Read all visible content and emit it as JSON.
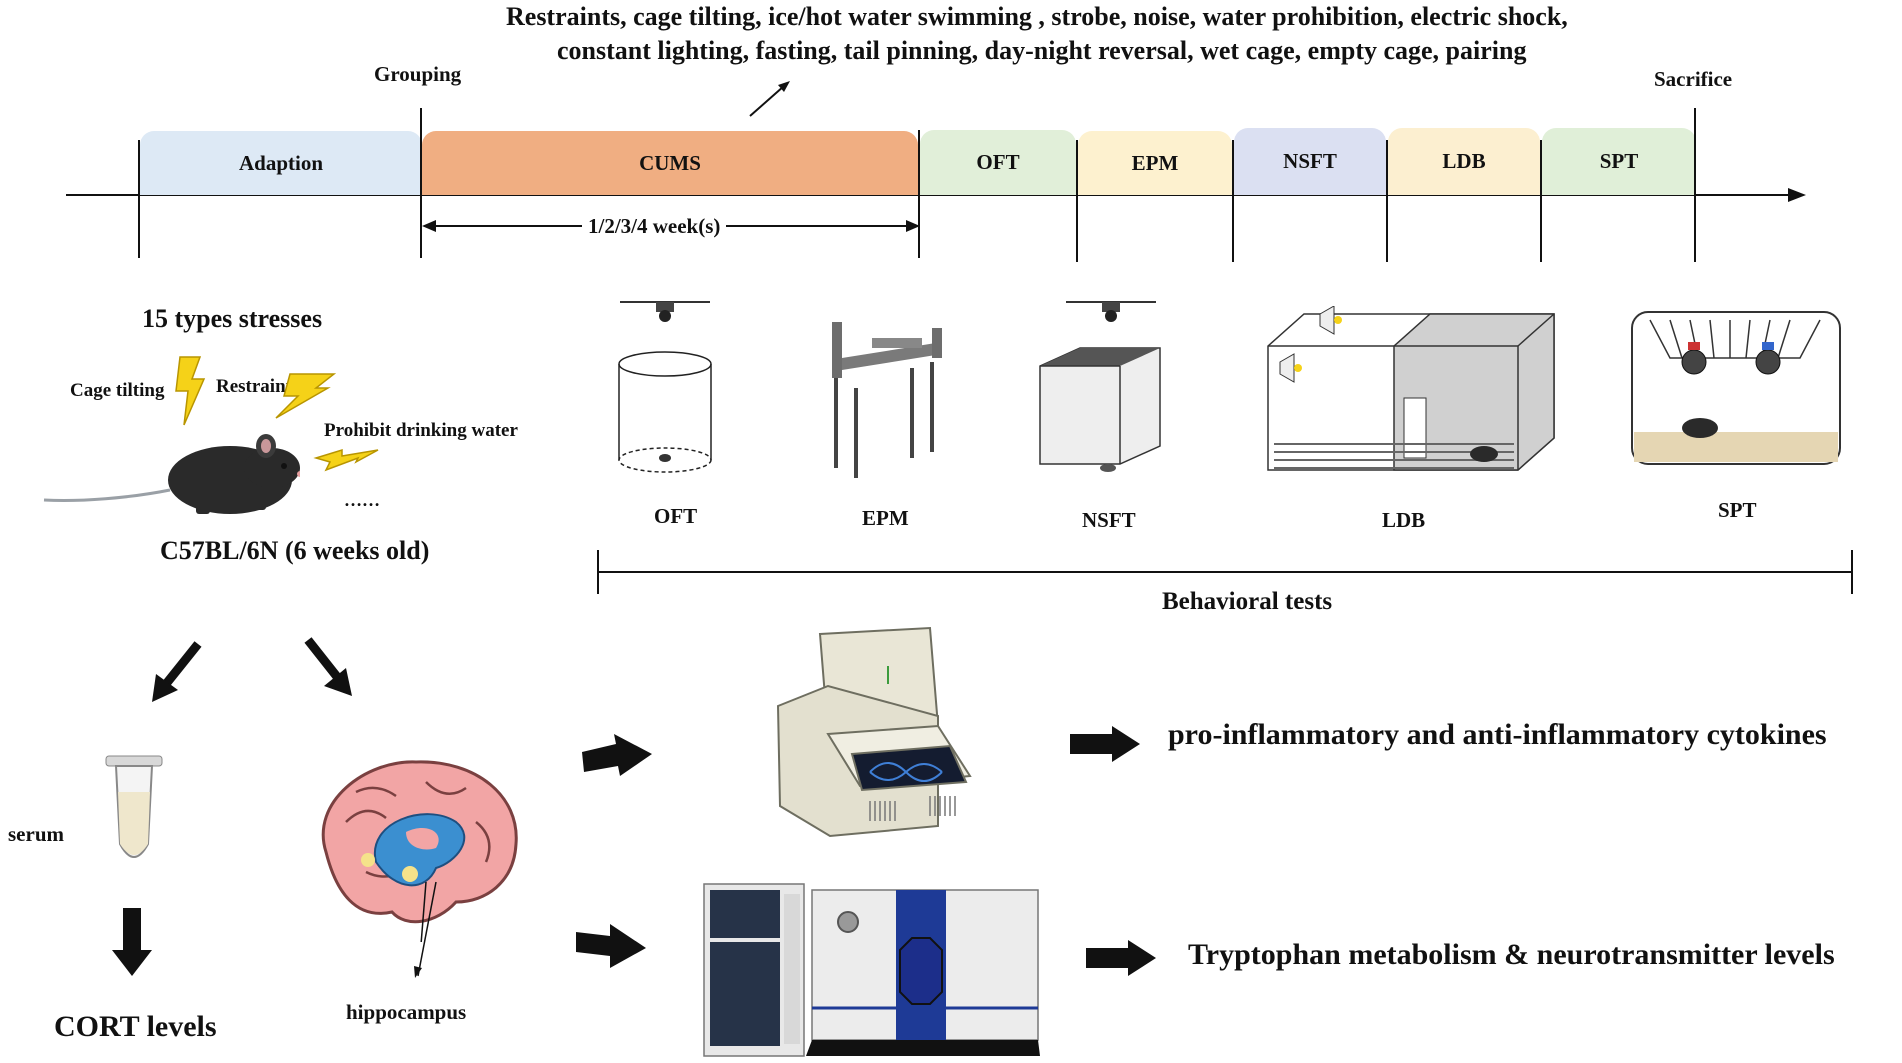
{
  "stressors_line1": "Restraints, cage tilting, ice/hot water swimming , strobe, noise, water prohibition, electric shock,",
  "stressors_line2": "constant lighting, fasting, tail pinning, day-night reversal, wet cage, empty cage, pairing",
  "timeline": {
    "grouping_label": "Grouping",
    "sacrifice_label": "Sacrifice",
    "duration_label": "1/2/3/4 week(s)",
    "phases": [
      {
        "label": "Adaption",
        "color": "#dde9f5"
      },
      {
        "label": "CUMS",
        "color": "#f0ae82"
      },
      {
        "label": "OFT",
        "color": "#e1efd9"
      },
      {
        "label": "EPM",
        "color": "#fdf1cf"
      },
      {
        "label": "NSFT",
        "color": "#dbe0f2"
      },
      {
        "label": "LDB",
        "color": "#fcefd0"
      },
      {
        "label": "SPT",
        "color": "#e0efd8"
      }
    ]
  },
  "stress": {
    "title": "15 types stresses",
    "cage_tilting": "Cage tilting",
    "restraint": "Restraint",
    "prohibit_water": "Prohibit drinking water",
    "ellipsis": "……",
    "strain": "C57BL/6N (6 weeks old)"
  },
  "tests": {
    "oft": "OFT",
    "epm": "EPM",
    "nsft": "NSFT",
    "ldb": "LDB",
    "spt": "SPT",
    "group_label": "Behavioral tests"
  },
  "samples": {
    "serum": "serum",
    "hippocampus": "hippocampus",
    "cort": "CORT levels"
  },
  "outcomes": {
    "cytokines": "pro-inflammatory and anti-inflammatory cytokines",
    "tryptophan": "Tryptophan metabolism & neurotransmitter levels"
  },
  "colors": {
    "lightning": "#f5d218",
    "brain": "#f2a5a5",
    "hippocampus": "#3b8fd0",
    "lcms_band": "#1e3a96"
  }
}
